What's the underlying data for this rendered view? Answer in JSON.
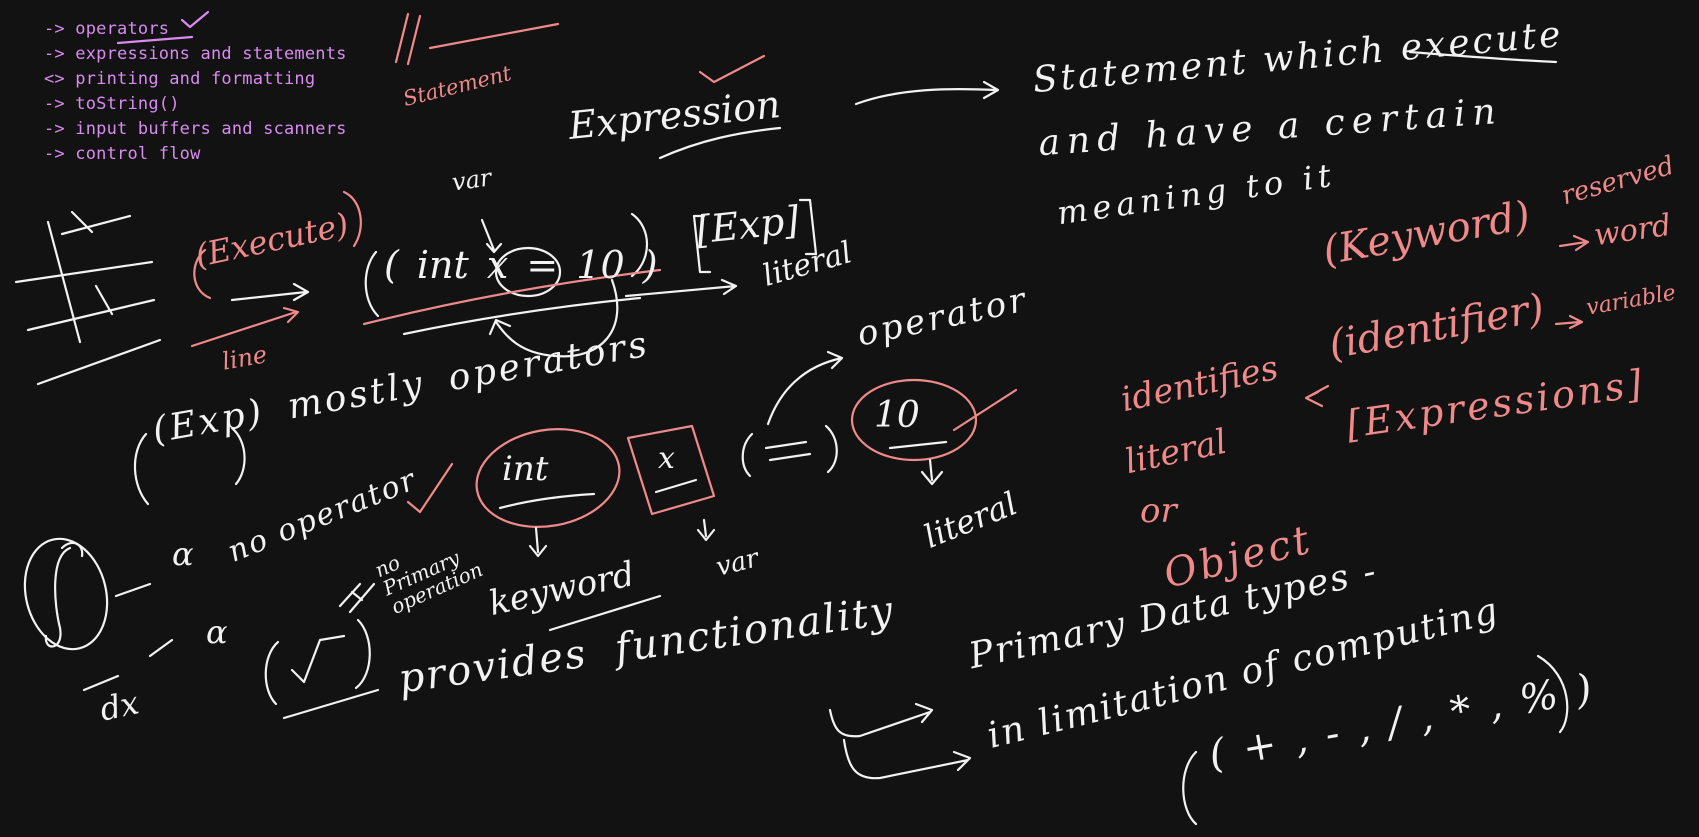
{
  "agenda": [
    "-> operators",
    "-> expressions and statements",
    "<> printing and formatting",
    "-> toString()",
    "-> input buffers and scanners",
    "-> control flow"
  ],
  "notes": {
    "statement_label": "Statement",
    "expression_label": "Expression",
    "definition_1": "Statement which execute",
    "definition_2": "and have a certain",
    "definition_3": "meaning to it",
    "execute_label": "(Execute)",
    "line_label": "line",
    "var_top": "var",
    "code_line": "( int  x  =  10 )",
    "exp_bracket": "[Exp]",
    "literal_top": "literal",
    "operator_label": "operator",
    "exp_mostly": "(Exp) mostly operators",
    "int_circled": "int",
    "x_boxed": "x",
    "equals_paren": "( = )",
    "ten_circled": "10",
    "keyword_label": "keyword",
    "var_bottom": "var",
    "literal_bottom": "literal",
    "alpha_1": "α",
    "alpha_2": "α",
    "dx_label": "dx",
    "no_operator": "no operator",
    "primary_operation": "no Primary operation",
    "provides_functionality": "provides functionality",
    "primary_datatypes": "Primary Data types -",
    "limitation": "in limitation of computing",
    "ops_list": "( + , - , / , * , % )",
    "keyword_paren": "(Keyword)",
    "reserved": "reserved",
    "word": "word",
    "identifier_paren": "(identifier)",
    "variable": "variable",
    "expressions_bracket": "[Expressions]",
    "identifiers_list": "identifies",
    "literal_list": "literal",
    "or_list": "or",
    "object_list": "Object"
  },
  "colors": {
    "background": "#121212",
    "ink_white": "#f2f2f2",
    "ink_pink": "#f08a8a",
    "ink_violet": "#d98bf0"
  }
}
